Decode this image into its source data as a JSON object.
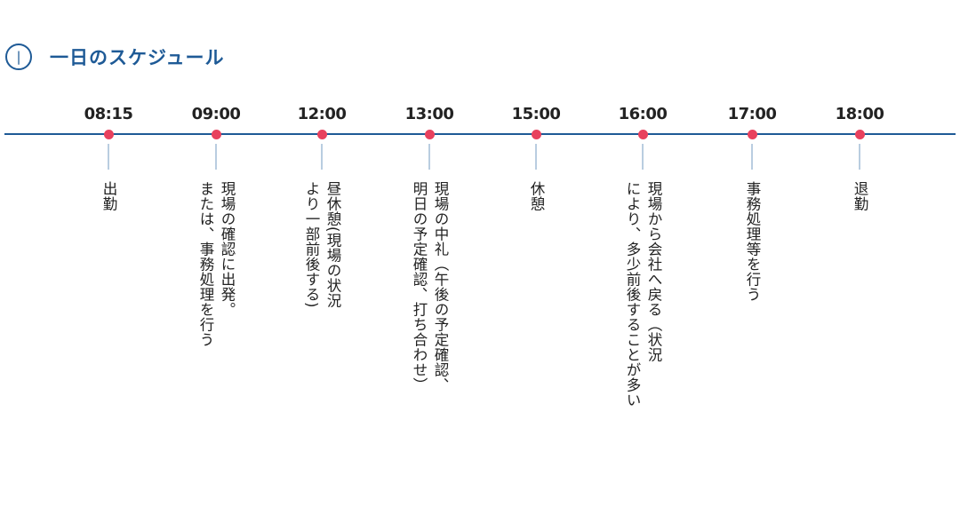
{
  "section": {
    "number": "|",
    "title": "一日のスケジュール"
  },
  "timeline": {
    "accent_color": "#1e5a96",
    "dot_color": "#e8415e",
    "events": [
      {
        "time": "08:15",
        "description": "出勤"
      },
      {
        "time": "09:00",
        "description": "現場の確認に出発。\nまたは、事務処理を行う"
      },
      {
        "time": "12:00",
        "description": "昼休憩(現場の状況\nより一部前後する)"
      },
      {
        "time": "13:00",
        "description": "現場の中礼（午後の予定確認、\n明日の予定確認、打ち合わせ）"
      },
      {
        "time": "15:00",
        "description": "休憩"
      },
      {
        "time": "16:00",
        "description": "現場から会社へ戻る（状況\nにより、多少前後することが多い"
      },
      {
        "time": "17:00",
        "description": "事務処理等を行う"
      },
      {
        "time": "18:00",
        "description": "退勤"
      }
    ]
  }
}
